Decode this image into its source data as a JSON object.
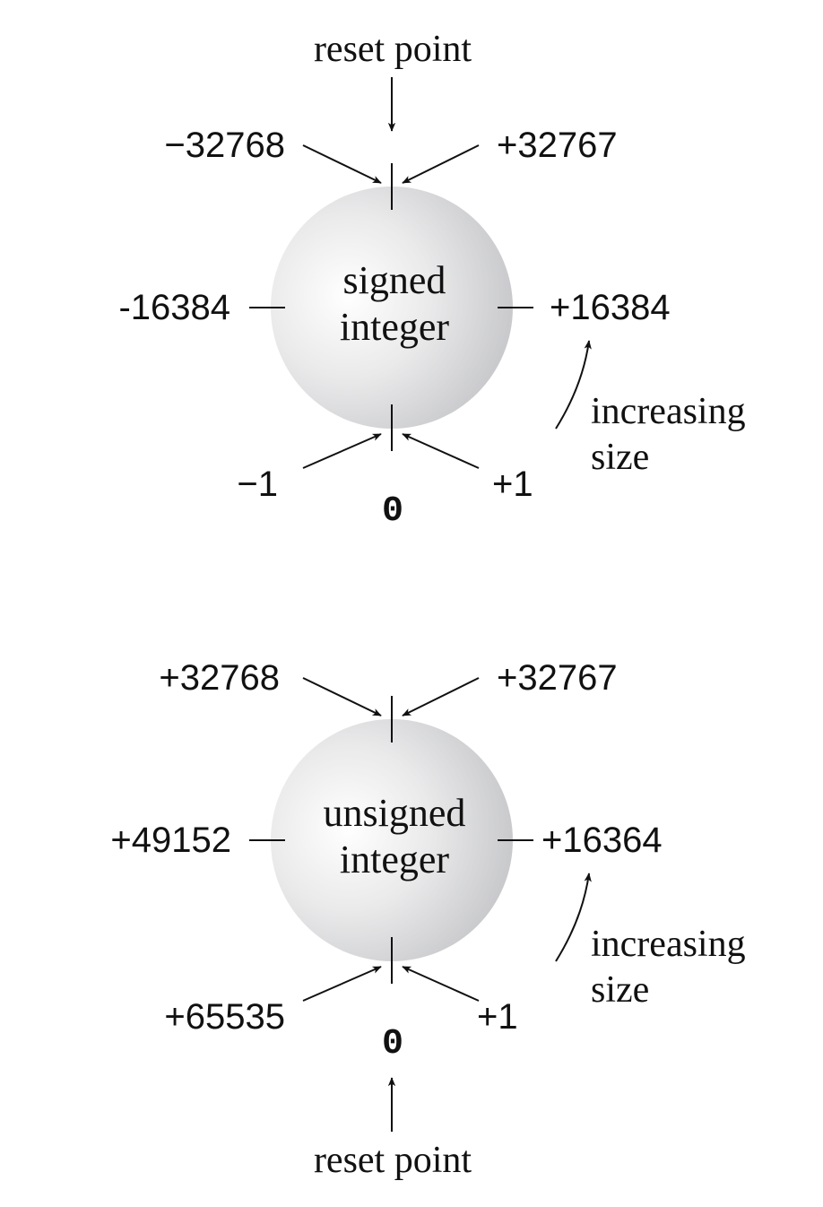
{
  "signed": {
    "top_label": "reset point",
    "circle_line1": "signed",
    "circle_line2": "integer",
    "top_left": "−32768",
    "top_right": "+32767",
    "left": "-16384",
    "right": "+16384",
    "bottom_left": "−1",
    "bottom_right": "+1",
    "bottom": "0",
    "increasing_line1": "increasing",
    "increasing_line2": "size"
  },
  "unsigned": {
    "circle_line1": "unsigned",
    "circle_line2": "integer",
    "top_left": "+32768",
    "top_right": "+32767",
    "left": "+49152",
    "right": "+16364",
    "bottom_left": "+65535",
    "bottom_right": "+1",
    "bottom": "0",
    "increasing_line1": "increasing",
    "increasing_line2": "size",
    "bottom_label": "reset point"
  },
  "colors": {
    "circle_light": "#ffffff",
    "circle_dark": "#c4c5c8",
    "ink": "#111111"
  }
}
